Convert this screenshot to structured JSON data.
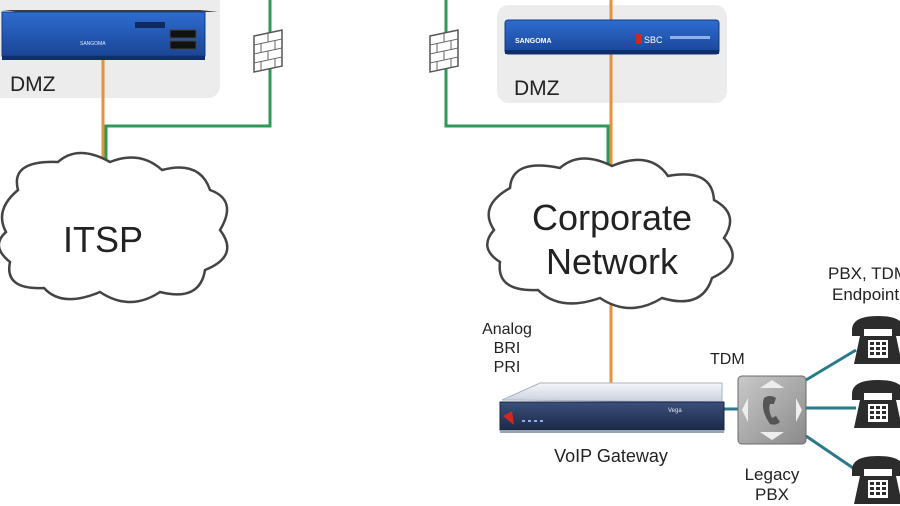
{
  "dmz_left": {
    "label": "DMZ"
  },
  "dmz_right": {
    "label": "DMZ",
    "sbc_brand": "SANGOMA",
    "sbc_model": "SBC"
  },
  "dmz_left_device": {
    "brand": "SANGOMA"
  },
  "cloud_itsp": {
    "label": "ITSP"
  },
  "cloud_corporate": {
    "line1": "Corporate",
    "line2": "Network"
  },
  "gateway": {
    "interfaces": [
      "Analog",
      "BRI",
      "PRI"
    ],
    "brand": "Vega",
    "label": "VoIP Gateway"
  },
  "tdm": {
    "label": "TDM"
  },
  "legacy_pbx": {
    "line1": "Legacy",
    "line2": "PBX"
  },
  "endpoints": {
    "line1": "PBX, TDM",
    "line2": "Endpoints"
  },
  "colors": {
    "orange_link": "#e8913a",
    "green_link": "#2e9a5a",
    "teal_link": "#2a7a8a",
    "dmz_box": "#ececec",
    "device_blue": "#1f52a8",
    "cloud_stroke": "#444444"
  }
}
